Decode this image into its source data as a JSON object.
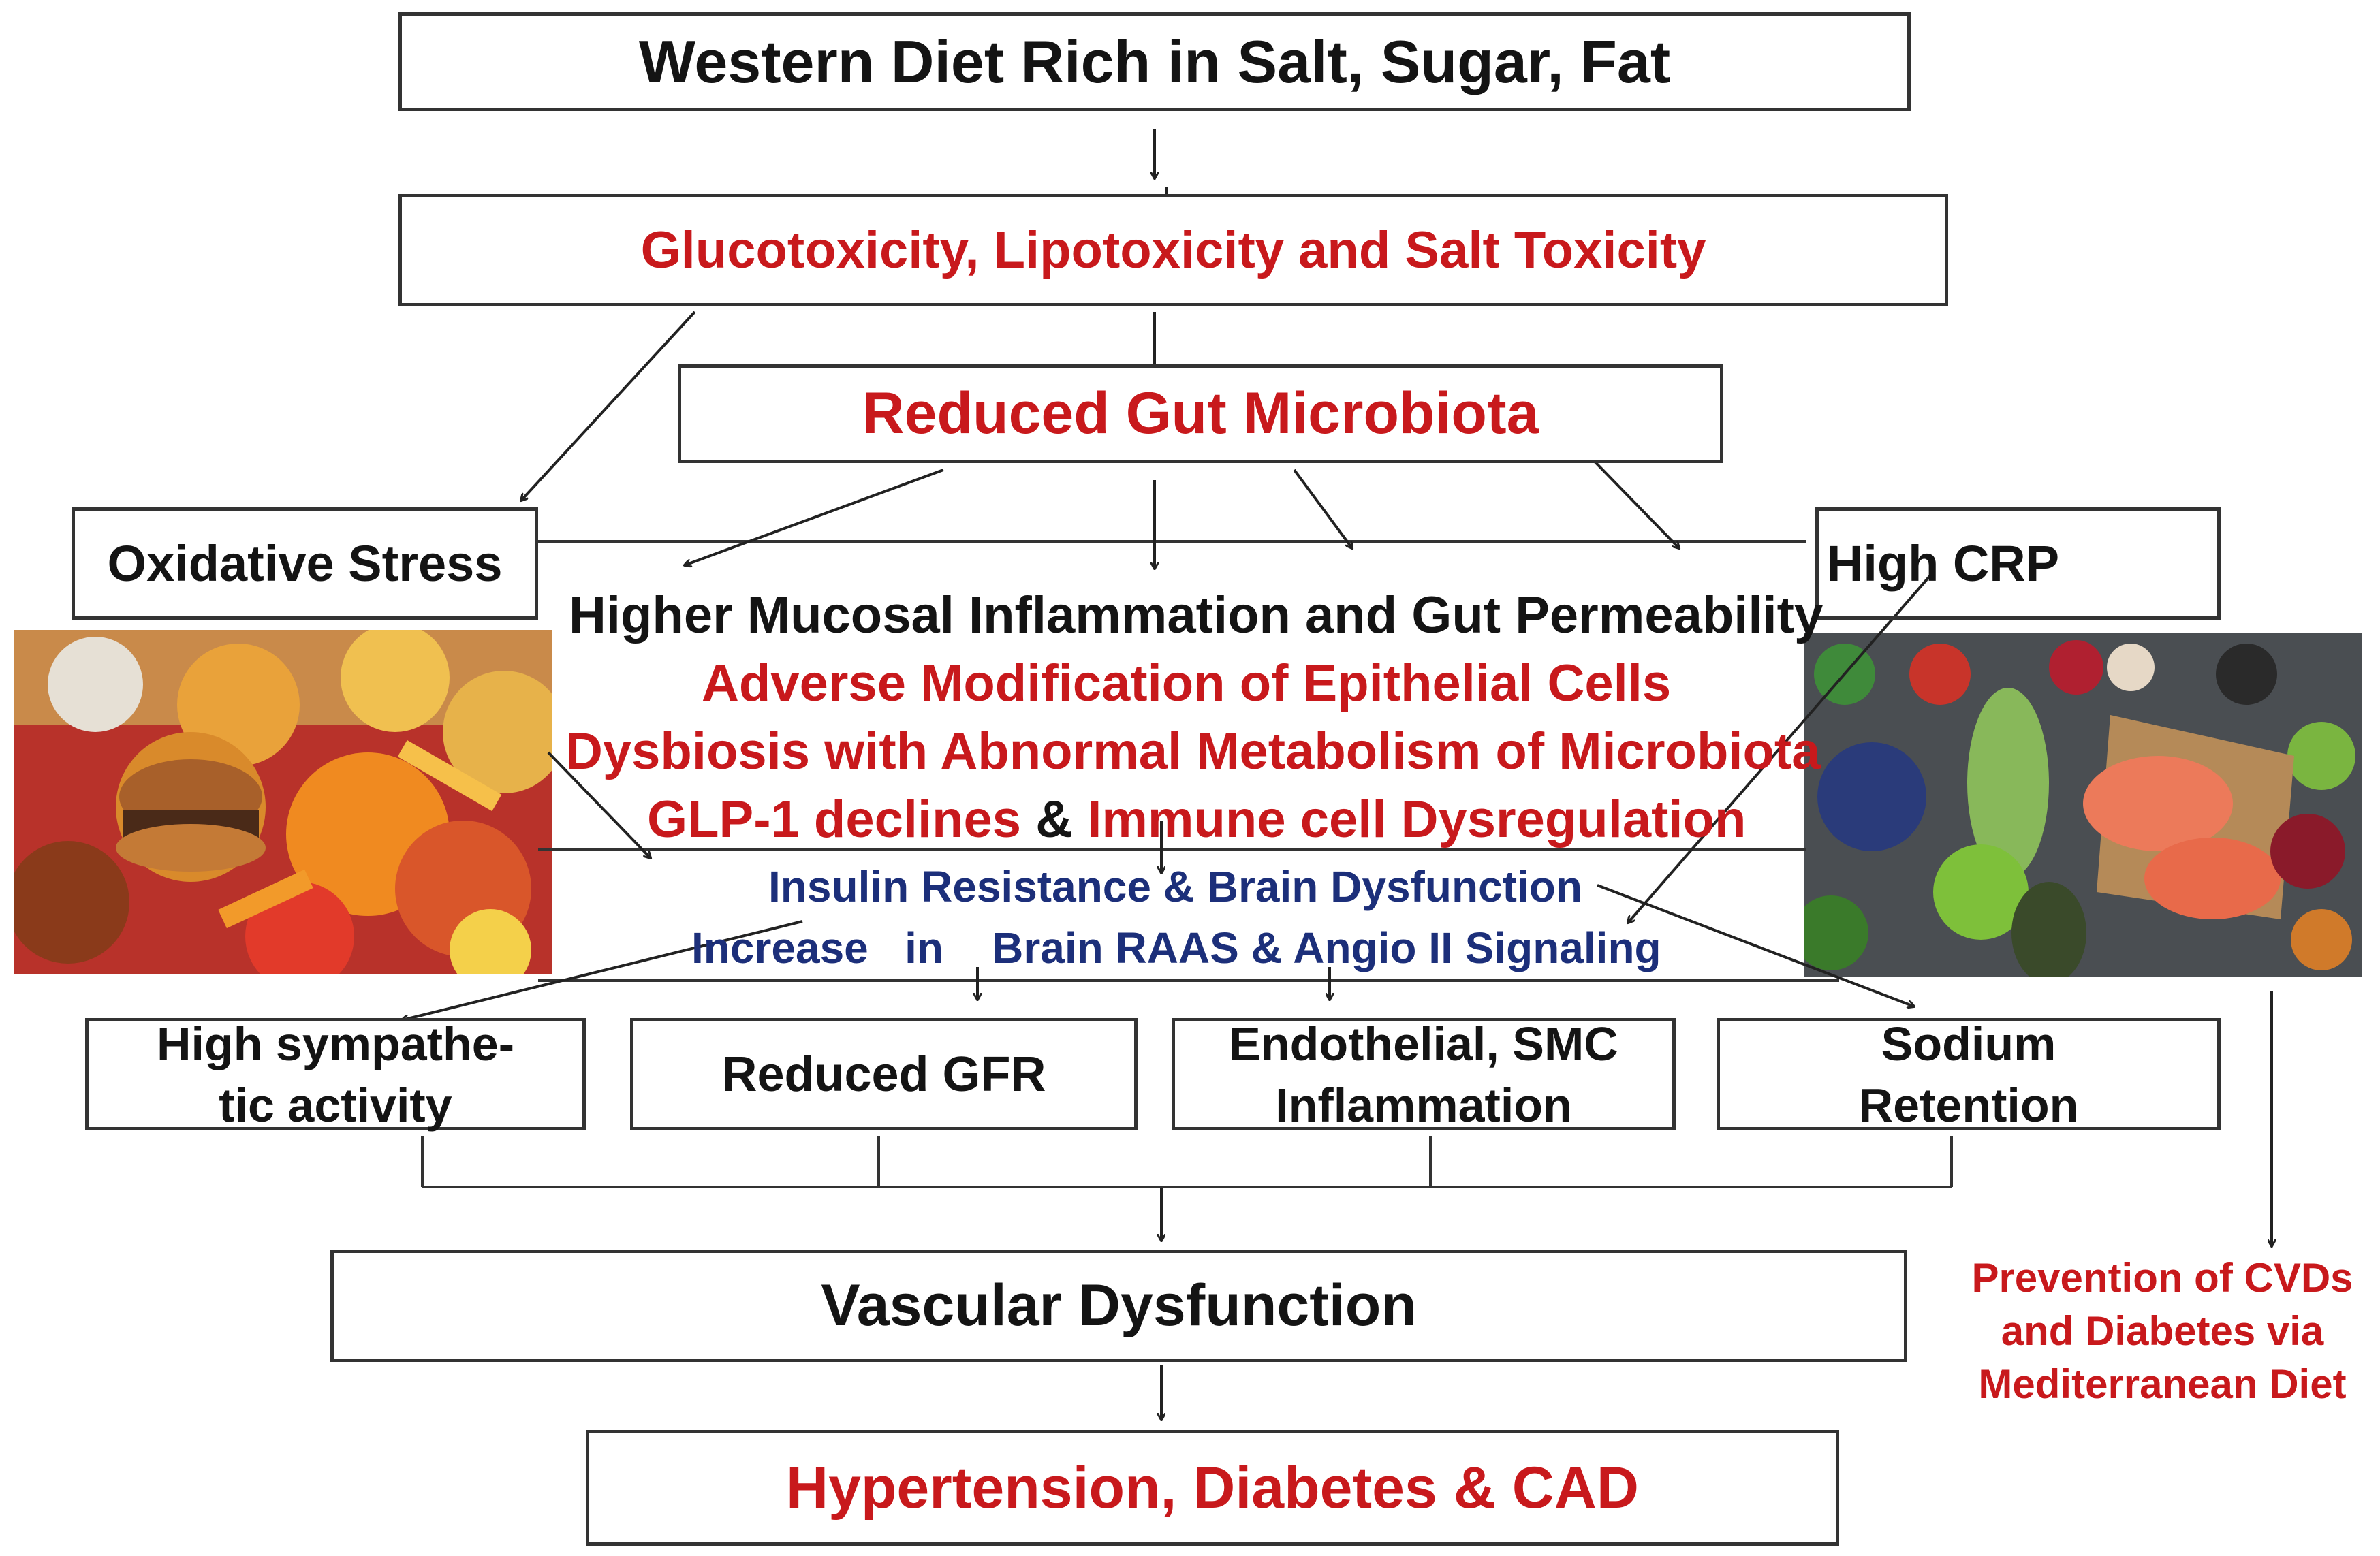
{
  "diagram": {
    "top_box": "Western Diet Rich in Salt, Sugar, Fat",
    "toxicity_box": "Glucotoxicity, Lipotoxicity and Salt Toxicity",
    "microbiota_box": "Reduced Gut Microbiota",
    "oxidative_stress_box": "Oxidative Stress",
    "high_crp_box": "High CRP",
    "central_lines": {
      "line1": "Higher Mucosal Inflammation and Gut Permeability",
      "line2": "Adverse Modification of Epithelial Cells",
      "line3": "Dysbiosis with Abnormal Metabolism of Microbiota",
      "line4_part1": "GLP-1 declines",
      "line4_amp": "&",
      "line4_part2": "Immune cell Dysregulation",
      "line5": "Insulin Resistance & Brain Dysfunction",
      "line6": "Increase   in    Brain RAAS & Angio II Signaling"
    },
    "effect_boxes": {
      "sympathetic": [
        "High sympathe-",
        "tic activity"
      ],
      "gfr": "Reduced GFR",
      "endothelial": [
        "Endothelial, SMC",
        "Inflammation"
      ],
      "sodium": [
        "Sodium",
        "Retention"
      ]
    },
    "vascular_box": "Vascular Dysfunction",
    "outcome_box": "Hypertension, Diabetes & CAD",
    "prevention_note": [
      "Prevention of CVDs",
      "and Diabetes via",
      "Mediterranean Diet"
    ]
  },
  "images": {
    "left_photo": "junk-food-photo",
    "right_photo": "mediterranean-food-photo"
  },
  "colors": {
    "black_text": "#141414",
    "red_text": "#c8191c",
    "blue_text": "#1c2f7a",
    "border": "#333333"
  }
}
